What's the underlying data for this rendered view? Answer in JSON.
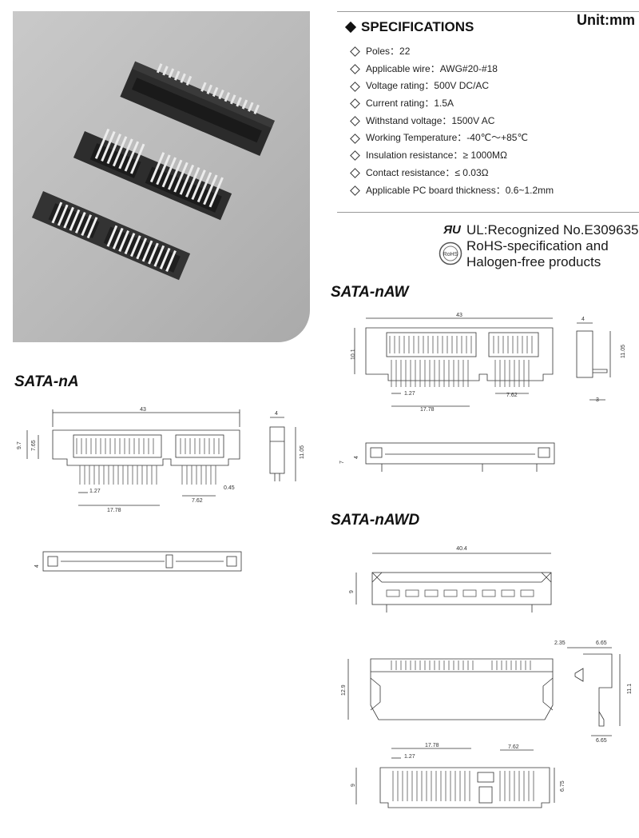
{
  "header": {
    "title": "SPECIFICATIONS",
    "unit": "Unit:mm"
  },
  "specs": [
    "Poles：22",
    "Applicable wire：AWG#20-#18",
    "Voltage rating：500V DC/AC",
    "Current rating：1.5A",
    "Withstand voltage：1500V AC",
    "Working Temperature：-40℃～+85℃",
    "Insulation resistance：≥ 1000MΩ",
    "Contact resistance：≤ 0.03Ω",
    "Applicable PC board thickness：0.6~1.2mm"
  ],
  "certifications": {
    "ul_mark": "ЯU",
    "ul_text": "UL:Recognized No.E309635",
    "rohs_line1": "RoHS-specification and",
    "rohs_line2": "Halogen-free products",
    "rohs_logo_text": "RoHS"
  },
  "models": {
    "nA": {
      "name": "SATA-nA",
      "dims": {
        "width": "43",
        "h1": "9.7",
        "h2": "7.65",
        "pitch": "1.27",
        "span": "17.78",
        "pin": "0.45",
        "sub": "7.62",
        "side_w": "4",
        "side_h": "11.05",
        "bottom_h": "4"
      }
    },
    "nAW": {
      "name": "SATA-nAW",
      "dims": {
        "width": "43",
        "h1": "10.1",
        "pitch": "1.27",
        "span": "17.78",
        "sub": "7.62",
        "side_w": "4",
        "side_h": "11.05",
        "side_pin": "3",
        "bottom_h1": "7",
        "bottom_h2": "4"
      }
    },
    "nAWD": {
      "name": "SATA-nAWD",
      "dims": {
        "width": "40.4",
        "h1": "9",
        "top_h": "12.9",
        "side_w1": "2.35",
        "side_w2": "6.65",
        "side_h": "11.1",
        "side_w3": "6.65",
        "span": "17.78",
        "pitch": "1.27",
        "sub": "7.62",
        "bottom_h": "9",
        "bottom_h2": "6.75"
      }
    }
  }
}
